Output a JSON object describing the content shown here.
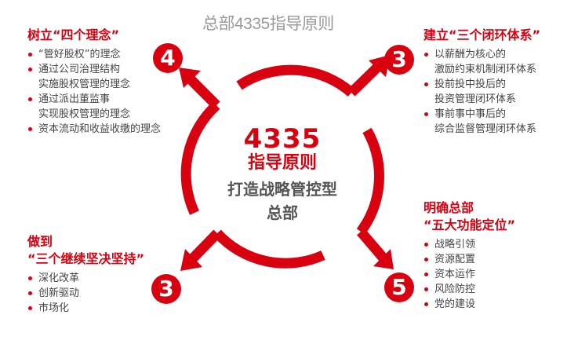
{
  "title": "总部4335指导原则",
  "colors": {
    "accent": "#d9000f",
    "title_gray": "#9a9a9a",
    "text_dark": "#444444",
    "center_desc": "#555555"
  },
  "center": {
    "number": "4335",
    "subtitle": "指导原则",
    "desc_line1": "打造战略管控型",
    "desc_line2": "总部"
  },
  "groups": {
    "top_left": {
      "badge": "4",
      "heading": "树立“四个理念”",
      "items": [
        {
          "line1": "“管好股权”的理念"
        },
        {
          "line1": "通过公司治理结构",
          "line2": "实施股权管理的理念"
        },
        {
          "line1": "通过派出董监事",
          "line2": "实现股权管理的理念"
        },
        {
          "line1": "资本流动和收益收缴的理念"
        }
      ]
    },
    "top_right": {
      "badge": "3",
      "heading": "建立“三个闭环体系”",
      "items": [
        {
          "line1": "以薪酬为核心的",
          "line2": "激励约束机制闭环体系"
        },
        {
          "line1": "投前投中投后的",
          "line2": "投资管理闭环体系"
        },
        {
          "line1": "事前事中事后的",
          "line2": "综合监督管理闭环体系"
        }
      ]
    },
    "bottom_left": {
      "badge": "3",
      "heading_line1": "做到",
      "heading_line2": "“三个继续坚决坚持”",
      "items": [
        {
          "line1": "深化改革"
        },
        {
          "line1": "创新驱动"
        },
        {
          "line1": "市场化"
        }
      ]
    },
    "bottom_right": {
      "badge": "5",
      "heading_line1": "明确总部",
      "heading_line2": "“五大功能定位”",
      "items": [
        {
          "line1": "战略引领"
        },
        {
          "line1": "资源配置"
        },
        {
          "line1": "资本运作"
        },
        {
          "line1": "风险防控"
        },
        {
          "line1": "党的建设"
        }
      ]
    }
  }
}
